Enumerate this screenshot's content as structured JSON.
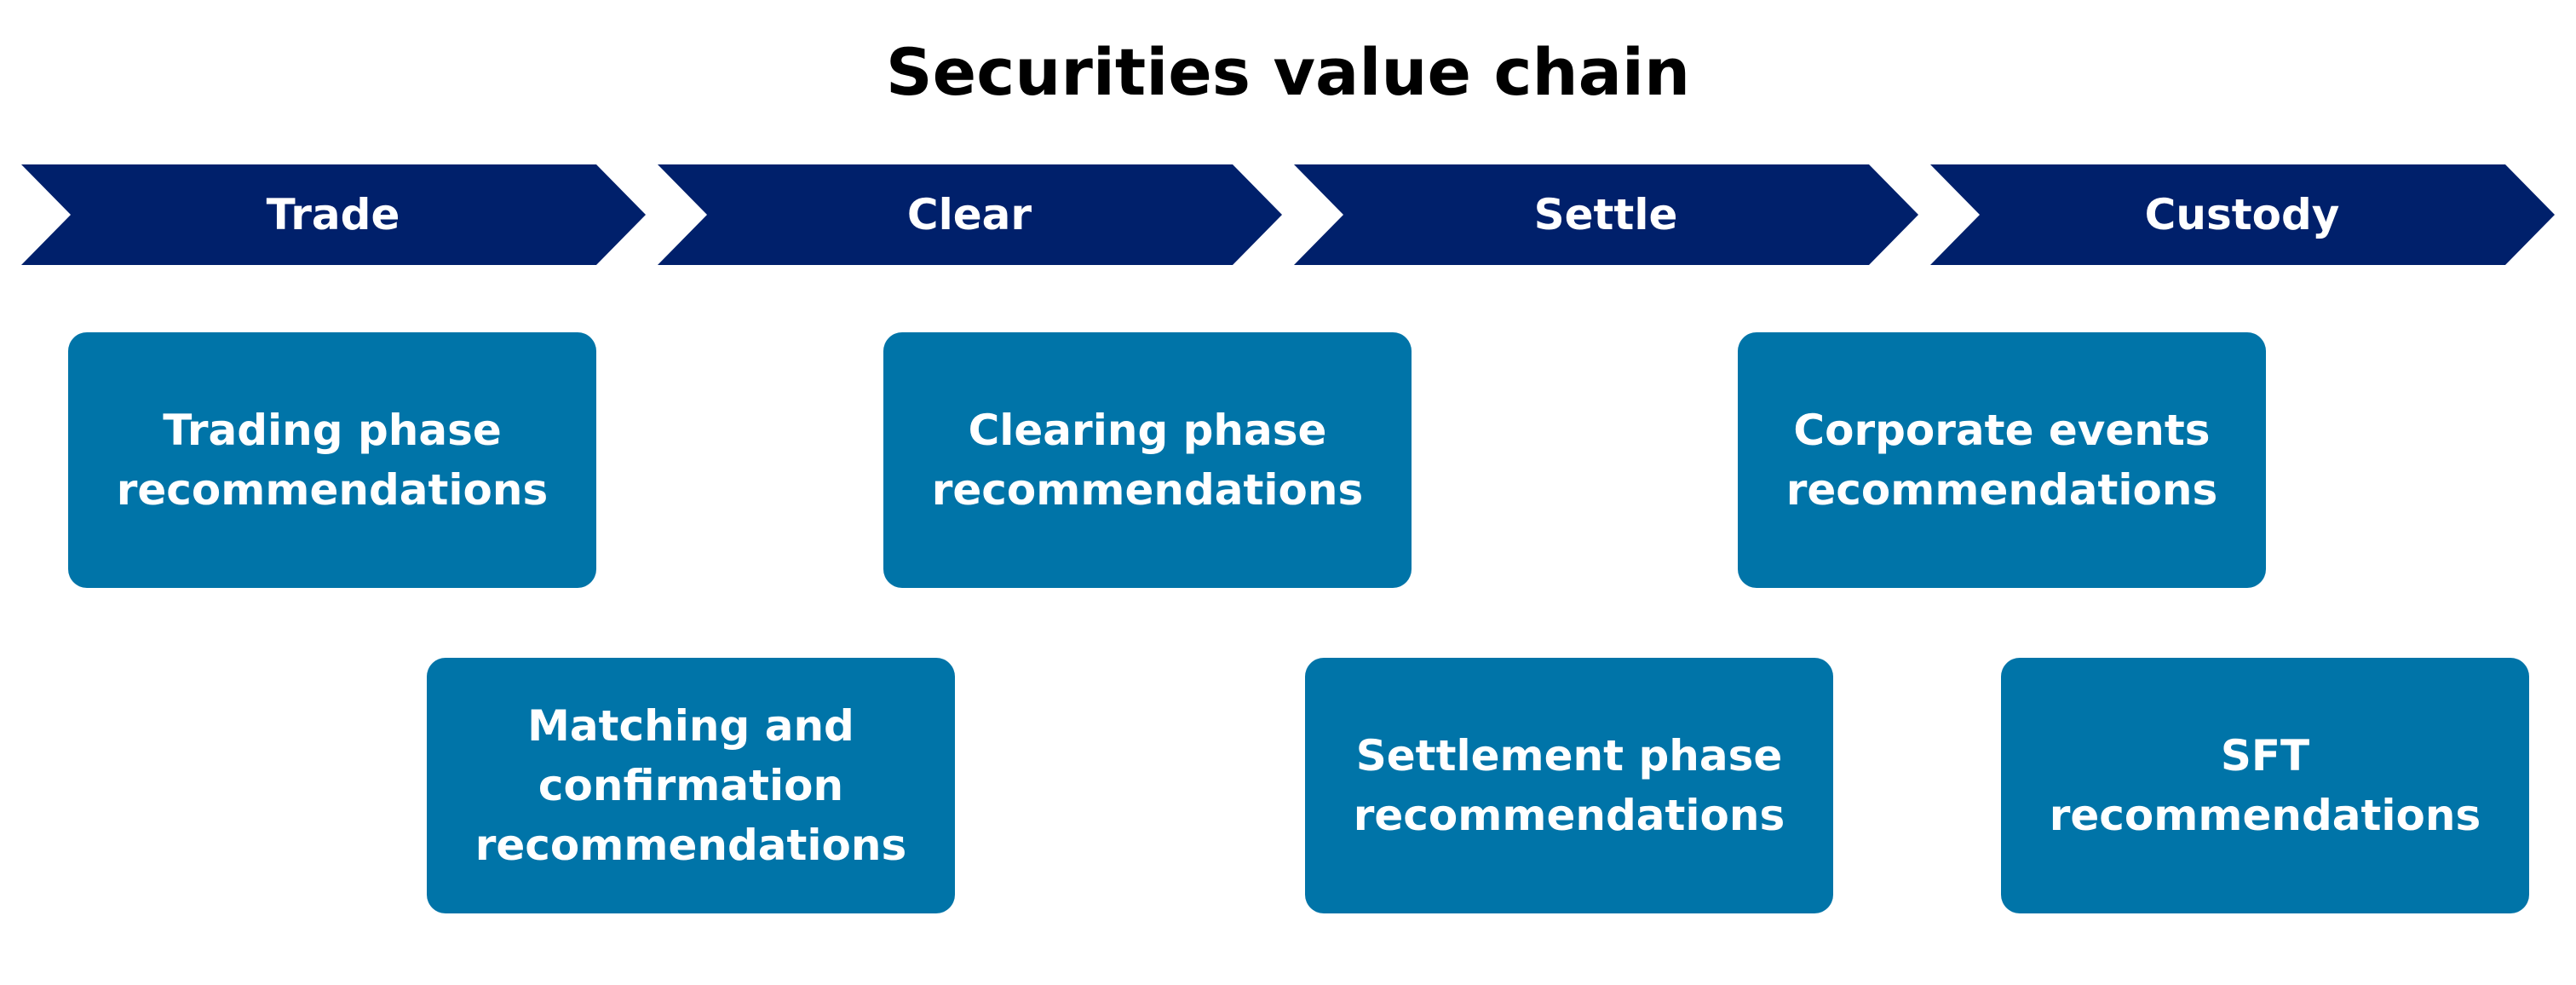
{
  "diagram": {
    "title": "Securities value chain",
    "stages": [
      {
        "label": "Trade"
      },
      {
        "label": "Clear"
      },
      {
        "label": "Settle"
      },
      {
        "label": "Custody"
      }
    ],
    "boxes": [
      {
        "label": "Trading phase recommendations"
      },
      {
        "label": "Clearing phase recommendations"
      },
      {
        "label": "Corporate events recommendations"
      },
      {
        "label": "Matching and confirmation recommendations"
      },
      {
        "label": "Settlement phase recommendations"
      },
      {
        "label": "SFT recommendations"
      }
    ]
  },
  "colors": {
    "chevron": "#00206b",
    "box": "#0074a8",
    "text_on_shape": "#ffffff",
    "title": "#000000"
  }
}
